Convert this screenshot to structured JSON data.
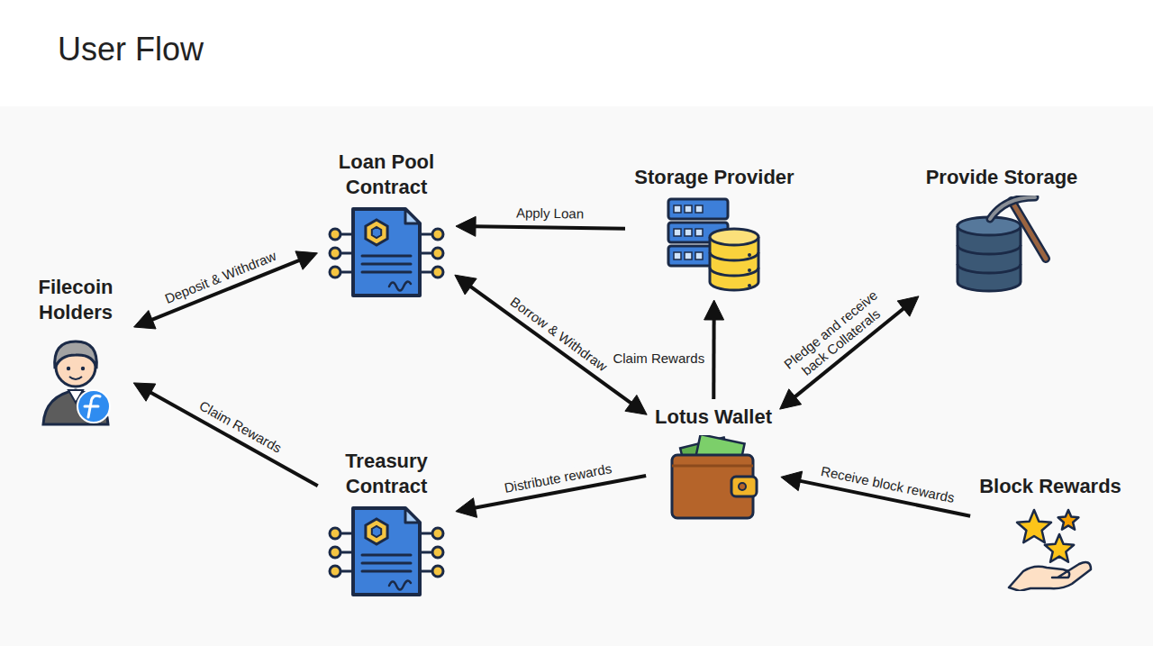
{
  "diagram": {
    "title": "User Flow",
    "nodes": [
      {
        "text": [
          "Loan Pool Contract"
        ]
      },
      {
        "text": [
          "Storage Provider"
        ]
      },
      {
        "text": [
          "Provide Storage"
        ]
      },
      {
        "text": [
          "Filecoin Holders"
        ]
      },
      {
        "text": [
          "Lotus Wallet"
        ]
      },
      {
        "text": [
          "Treasury Contract"
        ]
      },
      {
        "text": [
          "Block Rewards"
        ]
      }
    ],
    "edges": [
      {
        "from": 3,
        "to": 0,
        "label": "Deposit & Withdraw",
        "arrow": "both"
      },
      {
        "from": 1,
        "to": 0,
        "label": "Apply Loan",
        "arrow": "to"
      },
      {
        "from": 0,
        "to": 4,
        "label": "Borrow & Withdraw",
        "arrow": "both"
      },
      {
        "from": 4,
        "to": 1,
        "label": "Claim Rewards",
        "arrow": "to"
      },
      {
        "from": 4,
        "to": 2,
        "label": "Pledge and receive back Collaterals",
        "arrow": "both"
      },
      {
        "from": 6,
        "to": 4,
        "label": "Receive block rewards",
        "arrow": "to"
      },
      {
        "from": 4,
        "to": 5,
        "label": "Distribute rewards",
        "arrow": "to"
      },
      {
        "from": 5,
        "to": 3,
        "label": "Claim Rewards",
        "arrow": "to"
      }
    ]
  }
}
